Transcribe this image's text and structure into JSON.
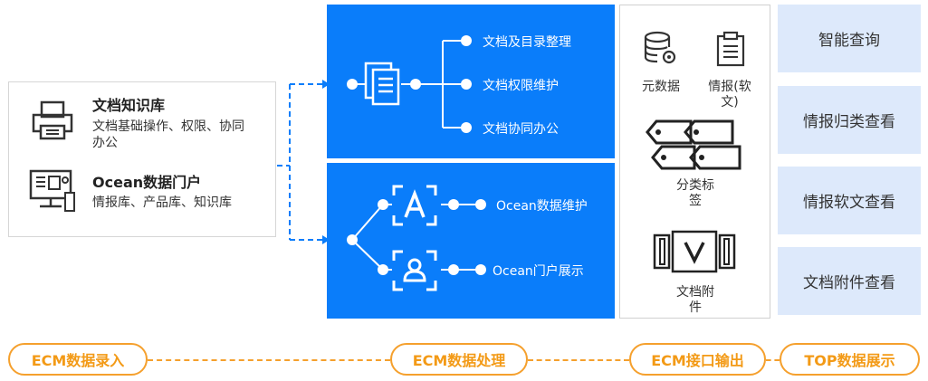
{
  "source": {
    "knowledge": {
      "title": "文档知识库",
      "desc": "文档基础操作、权限、协同办公"
    },
    "portal": {
      "title": "Ocean数据门户",
      "desc": "情报库、产品库、知识库"
    }
  },
  "processing": {
    "doc_items": [
      "文档及目录整理",
      "文档权限维护",
      "文档协同办公"
    ],
    "ocean_items": [
      "Ocean数据维护",
      "Ocean门户展示"
    ]
  },
  "output": {
    "metadata": "元数据",
    "intel_soft_line1": "情报(软",
    "intel_soft_line2": "文)",
    "tags_line1": "分类标",
    "tags_line2": "签",
    "attach_line1": "文档附",
    "attach_line2": "件"
  },
  "display": [
    "智能查询",
    "情报归类查看",
    "情报软文查看",
    "文档附件查看"
  ],
  "stages": [
    "ECM数据录入",
    "ECM数据处理",
    "ECM接口输出",
    "TOP数据展示"
  ],
  "colors": {
    "blue": "#0a7dfa",
    "orange": "#f5a02d",
    "light_blue": "#dde9fb"
  }
}
